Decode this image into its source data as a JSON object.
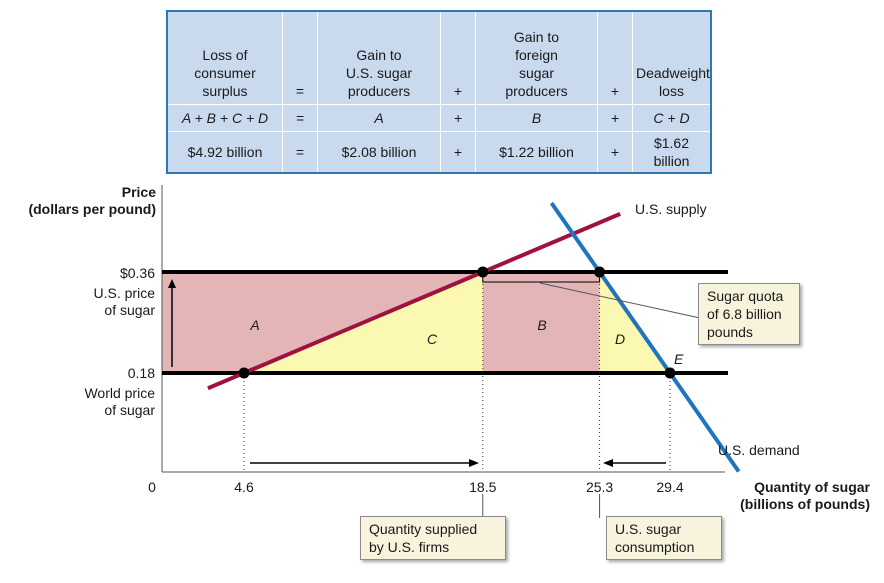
{
  "table": {
    "headers": [
      "Loss of\nconsumer\nsurplus",
      "=",
      "Gain to\nU.S. sugar\nproducers",
      "+",
      "Gain to\nforeign\nsugar\nproducers",
      "+",
      "Deadweight\nloss"
    ],
    "letters": [
      "A + B + C + D",
      "=",
      "A",
      "+",
      "B",
      "+",
      "C + D"
    ],
    "values": [
      "$4.92 billion",
      "=",
      "$2.08 billion",
      "+",
      "$1.22 billion",
      "+",
      "$1.62 billion"
    ]
  },
  "chart_data": {
    "type": "line",
    "title": "",
    "ylabel": "Price\n(dollars per pound)",
    "xlabel": "Quantity of sugar\n(billions of pounds)",
    "origin_label": "0",
    "x_ticks": [
      "4.6",
      "18.5",
      "25.3",
      "29.4"
    ],
    "y_ticks": [
      {
        "value": 0.36,
        "label": "$0.36",
        "desc": "U.S. price\nof sugar"
      },
      {
        "value": 0.18,
        "label": "0.18",
        "desc": "World price\nof sugar"
      }
    ],
    "series": [
      {
        "name": "U.S. supply",
        "points": [
          [
            4.6,
            0.18
          ],
          [
            18.5,
            0.36
          ]
        ]
      },
      {
        "name": "U.S. demand",
        "points": [
          [
            25.3,
            0.36
          ],
          [
            29.4,
            0.18
          ]
        ]
      }
    ],
    "equilibrium_points": [
      {
        "x": 4.6,
        "y": 0.18
      },
      {
        "x": 18.5,
        "y": 0.36
      },
      {
        "x": 25.3,
        "y": 0.36
      },
      {
        "x": 29.4,
        "y": 0.18,
        "label": "E"
      }
    ],
    "areas": [
      {
        "label": "A",
        "desc": "producer surplus gain"
      },
      {
        "label": "B",
        "desc": "foreign producers gain"
      },
      {
        "label": "C",
        "desc": "deadweight loss"
      },
      {
        "label": "D",
        "desc": "deadweight loss"
      }
    ],
    "callouts": {
      "quota": "Sugar quota\nof 6.8 billion\npounds",
      "supplied": "Quantity supplied\nby U.S. firms",
      "consumption": "U.S. sugar\nconsumption"
    },
    "colors": {
      "supply": "#a0113f",
      "demand": "#1e74bf",
      "area_red": "#e3b5b7",
      "area_yellow": "#fbf8b2",
      "table_bg": "#c9d9ee",
      "table_border": "#2d79b8"
    }
  }
}
